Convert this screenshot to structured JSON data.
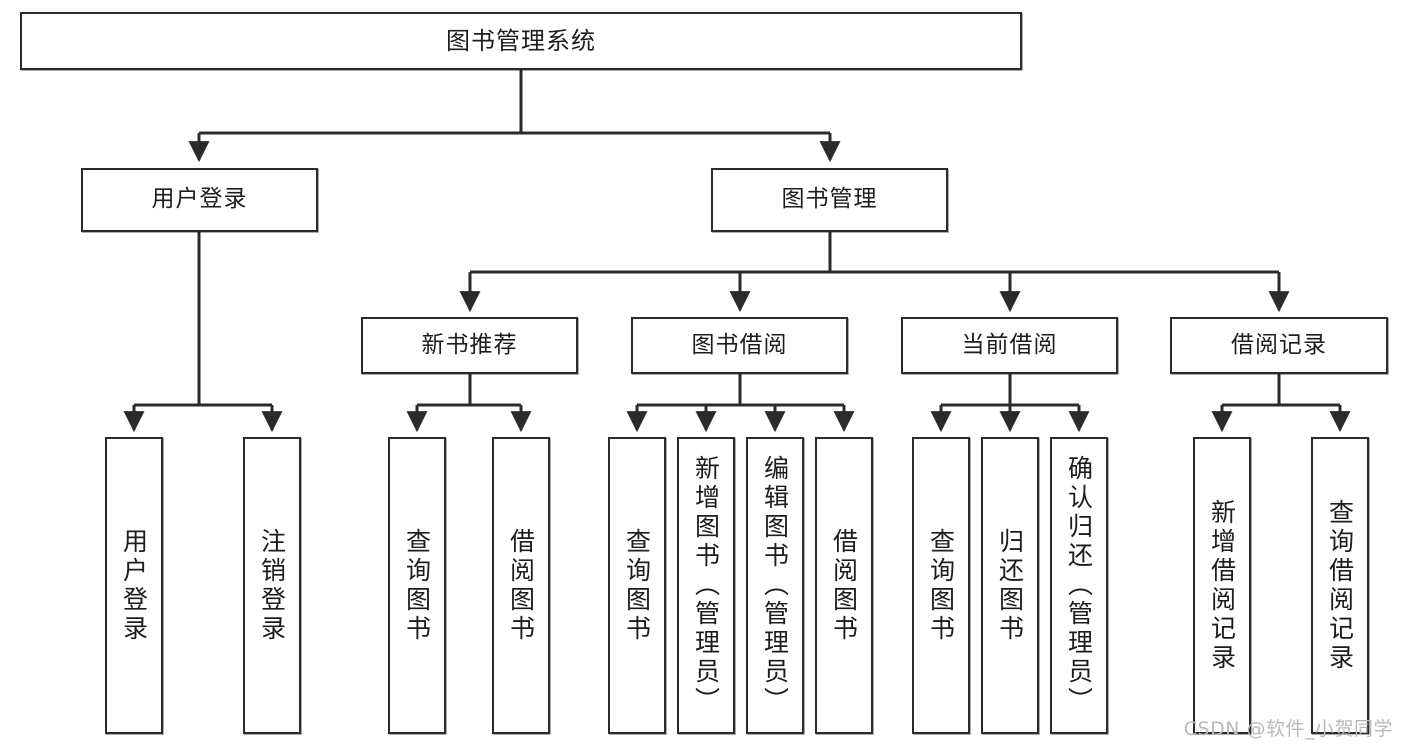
{
  "diagram": {
    "title": "图书管理系统",
    "type": "tree",
    "watermark": "CSDN @软件_小贺同学",
    "colors": {
      "stroke": "#2b2b2b",
      "fill": "#ffffff",
      "text": "#1d1d1d",
      "watermark": "#b9b9b9"
    }
  },
  "nodes": {
    "root": {
      "label": "图书管理系统"
    },
    "level2": [
      {
        "id": "user-login",
        "label": "用户登录"
      },
      {
        "id": "book-manage",
        "label": "图书管理"
      }
    ],
    "level3": [
      {
        "id": "new-book-recommend",
        "label": "新书推荐"
      },
      {
        "id": "book-borrow",
        "label": "图书借阅"
      },
      {
        "id": "current-borrow",
        "label": "当前借阅"
      },
      {
        "id": "borrow-record",
        "label": "借阅记录"
      }
    ],
    "leaves": {
      "user-login": [
        {
          "id": "leaf-user-login",
          "label": "用户登录"
        },
        {
          "id": "leaf-user-logout",
          "label": "注销登录"
        }
      ],
      "new-book-recommend": [
        {
          "id": "leaf-query-book-1",
          "label": "查询图书"
        },
        {
          "id": "leaf-borrow-book-1",
          "label": "借阅图书"
        }
      ],
      "book-borrow": [
        {
          "id": "leaf-query-book-2",
          "label": "查询图书"
        },
        {
          "id": "leaf-add-book",
          "label": "新增图书（管理员）"
        },
        {
          "id": "leaf-edit-book",
          "label": "编辑图书（管理员）"
        },
        {
          "id": "leaf-borrow-book-2",
          "label": "借阅图书"
        }
      ],
      "current-borrow": [
        {
          "id": "leaf-query-book-3",
          "label": "查询图书"
        },
        {
          "id": "leaf-return-book",
          "label": "归还图书"
        },
        {
          "id": "leaf-confirm-return",
          "label": "确认归还（管理员）"
        }
      ],
      "borrow-record": [
        {
          "id": "leaf-add-record",
          "label": "新增借阅记录"
        },
        {
          "id": "leaf-query-record",
          "label": "查询借阅记录"
        }
      ]
    }
  }
}
